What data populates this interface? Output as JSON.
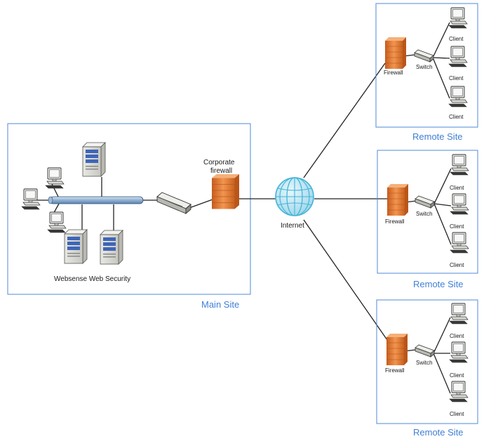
{
  "main_site": {
    "title": "Main Site",
    "corporate_firewall_line1": "Corporate",
    "corporate_firewall_line2": "firewall",
    "websense_label": "Websense Web Security"
  },
  "internet": {
    "label": "Internet"
  },
  "remote_sites": [
    {
      "title": "Remote Site",
      "firewall_label": "Firewall",
      "switch_label": "Switch",
      "clients": [
        "Client",
        "Client",
        "Client"
      ]
    },
    {
      "title": "Remote Site",
      "firewall_label": "Firewall",
      "switch_label": "Switch",
      "clients": [
        "Client",
        "Client",
        "Client"
      ]
    },
    {
      "title": "Remote Site",
      "firewall_label": "Firewall",
      "switch_label": "Switch",
      "clients": [
        "Client",
        "Client",
        "Client"
      ]
    }
  ],
  "colors": {
    "site_border": "#4f8ad8",
    "site_title": "#3f7fd6",
    "firewall": "#e8803a",
    "globe": "#43b4d8",
    "backbone": "#7d9fc2"
  },
  "icons": [
    "firewall-icon",
    "switch-icon",
    "client-computer-icon",
    "server-icon",
    "globe-icon",
    "hub-backbone-icon"
  ]
}
